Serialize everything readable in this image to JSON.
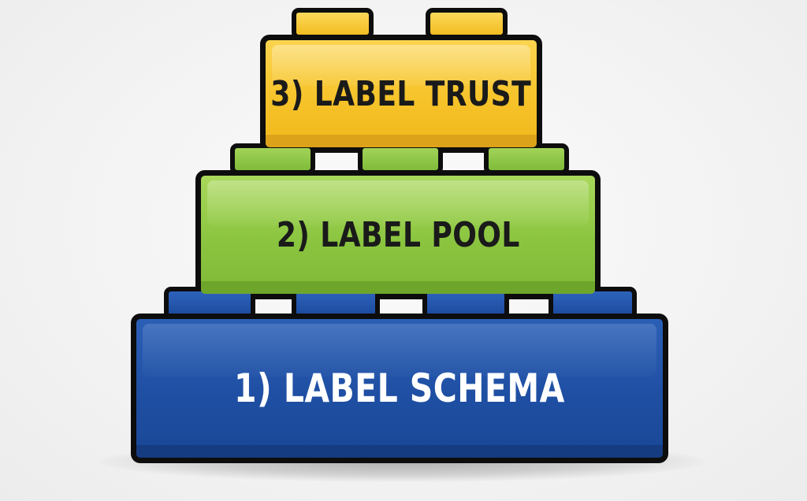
{
  "diagram": {
    "levels": [
      {
        "label": "3) LABEL TRUST",
        "color": "#f6c32a"
      },
      {
        "label": "2) LABEL POOL",
        "color": "#8bc540"
      },
      {
        "label": "1) LABEL SCHEMA",
        "color": "#1f4fa3"
      }
    ]
  }
}
